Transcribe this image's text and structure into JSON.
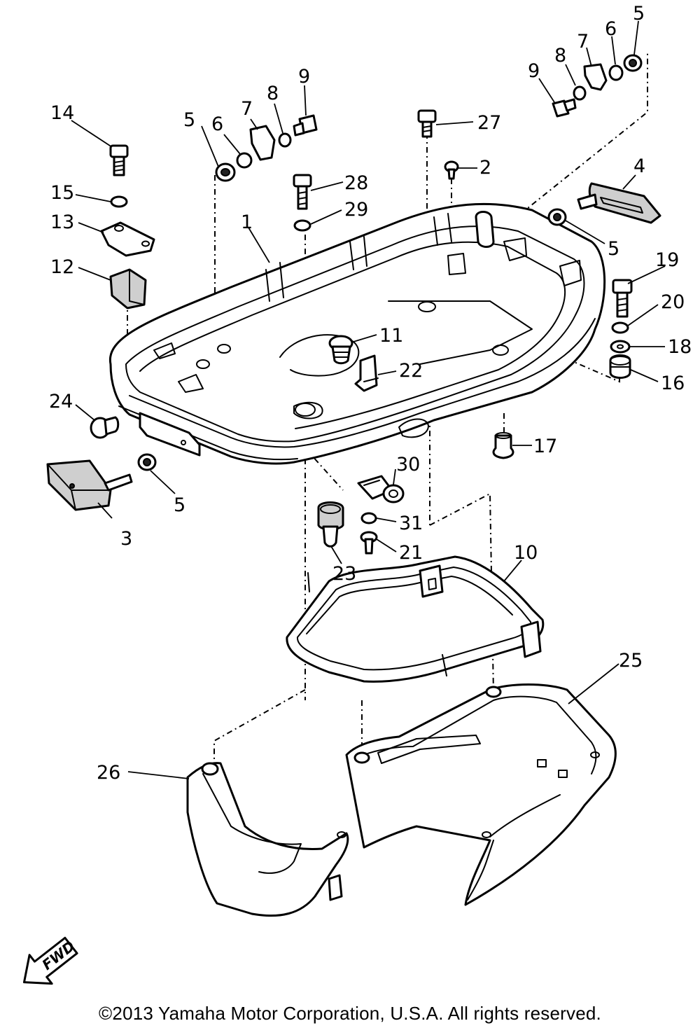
{
  "callouts": [
    {
      "id": "c1",
      "text": "1"
    },
    {
      "id": "c2",
      "text": "2"
    },
    {
      "id": "c3",
      "text": "3"
    },
    {
      "id": "c4",
      "text": "4"
    },
    {
      "id": "c5a",
      "text": "5"
    },
    {
      "id": "c5b",
      "text": "5"
    },
    {
      "id": "c5c",
      "text": "5"
    },
    {
      "id": "c5d",
      "text": "5"
    },
    {
      "id": "c6a",
      "text": "6"
    },
    {
      "id": "c6b",
      "text": "6"
    },
    {
      "id": "c7a",
      "text": "7"
    },
    {
      "id": "c7b",
      "text": "7"
    },
    {
      "id": "c8a",
      "text": "8"
    },
    {
      "id": "c8b",
      "text": "8"
    },
    {
      "id": "c9a",
      "text": "9"
    },
    {
      "id": "c9b",
      "text": "9"
    },
    {
      "id": "c10",
      "text": "10"
    },
    {
      "id": "c11",
      "text": "11"
    },
    {
      "id": "c12",
      "text": "12"
    },
    {
      "id": "c13",
      "text": "13"
    },
    {
      "id": "c14",
      "text": "14"
    },
    {
      "id": "c15",
      "text": "15"
    },
    {
      "id": "c16",
      "text": "16"
    },
    {
      "id": "c17",
      "text": "17"
    },
    {
      "id": "c18",
      "text": "18"
    },
    {
      "id": "c19",
      "text": "19"
    },
    {
      "id": "c20",
      "text": "20"
    },
    {
      "id": "c21",
      "text": "21"
    },
    {
      "id": "c22",
      "text": "22"
    },
    {
      "id": "c23",
      "text": "23"
    },
    {
      "id": "c24",
      "text": "24"
    },
    {
      "id": "c25",
      "text": "25"
    },
    {
      "id": "c26",
      "text": "26"
    },
    {
      "id": "c27",
      "text": "27"
    },
    {
      "id": "c28",
      "text": "28"
    },
    {
      "id": "c29",
      "text": "29"
    },
    {
      "id": "c30",
      "text": "30"
    },
    {
      "id": "c31",
      "text": "31"
    }
  ],
  "fwd_label": "FWD",
  "copyright": "©2013 Yamaha Motor Corporation, U.S.A. All rights reserved."
}
